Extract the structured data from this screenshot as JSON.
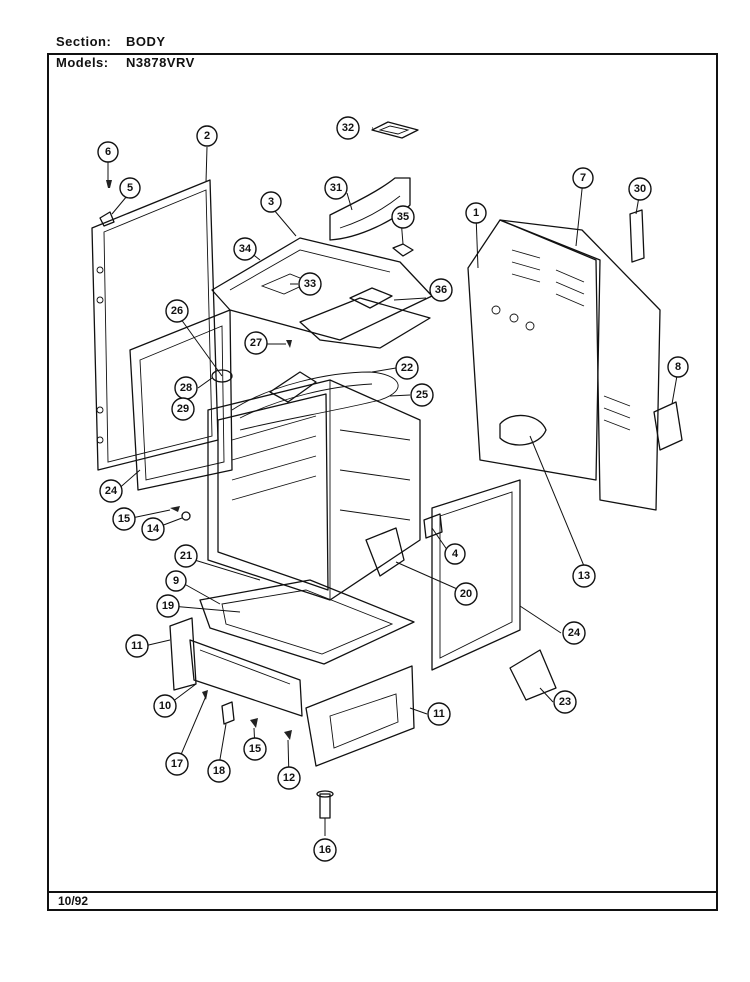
{
  "header": {
    "section_label": "Section:",
    "section_value": "BODY",
    "models_label": "Models:",
    "models_value": "N3878VRV"
  },
  "footer": {
    "date": "10/92"
  },
  "callouts": {
    "c1": "1",
    "c2": "2",
    "c3": "3",
    "c4": "4",
    "c5": "5",
    "c6": "6",
    "c7": "7",
    "c8": "8",
    "c9": "9",
    "c10": "10",
    "c11a": "11",
    "c11b": "11",
    "c12": "12",
    "c13": "13",
    "c14": "14",
    "c15a": "15",
    "c15b": "15",
    "c16": "16",
    "c17": "17",
    "c18": "18",
    "c19": "19",
    "c20": "20",
    "c21": "21",
    "c22": "22",
    "c23": "23",
    "c24a": "24",
    "c24b": "24",
    "c25": "25",
    "c26": "26",
    "c27": "27",
    "c28": "28",
    "c29": "29",
    "c30": "30",
    "c31": "31",
    "c32": "32",
    "c33": "33",
    "c34": "34",
    "c35": "35",
    "c36": "36"
  }
}
